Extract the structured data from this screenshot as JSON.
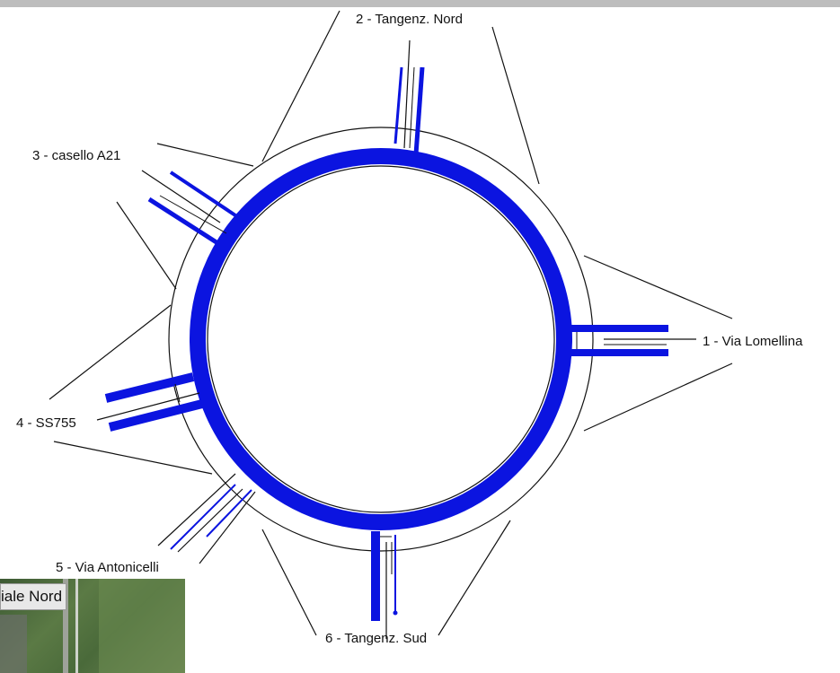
{
  "arms": {
    "arm1": "1 -  Via Lomellina",
    "arm2": "2 -  Tangenz. Nord",
    "arm3": "3 -  casello A21",
    "arm4": "4 -  SS755",
    "arm5": "5 -  Via Antonicelli",
    "arm6": "6 -  Tangenz. Sud"
  },
  "inset": {
    "label": "iale Nord"
  },
  "colors": {
    "flow": "#0b14e0",
    "line": "#111111",
    "inset_green": "#4f6e3e"
  }
}
